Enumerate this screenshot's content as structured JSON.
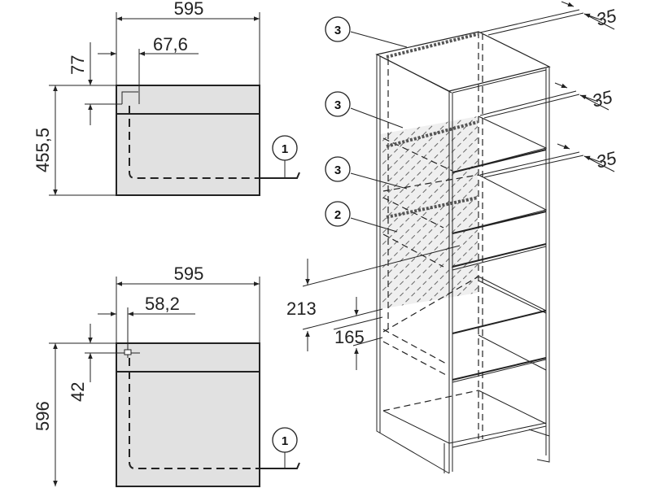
{
  "top_unit": {
    "width": "595",
    "height": "455,5",
    "offset_x": "67,6",
    "offset_y": "77",
    "callout": "1"
  },
  "bottom_unit": {
    "width": "595",
    "height": "596",
    "offset_x": "58,2",
    "offset_y": "42",
    "callout": "1"
  },
  "cabinet": {
    "gap_top": "35",
    "gap_mid": "35",
    "gap_low": "35",
    "callout_top": "3",
    "callout_mid": "3",
    "callout_low": "3",
    "callout_vent": "2",
    "vent_height": "213",
    "vent_offset": "165"
  }
}
